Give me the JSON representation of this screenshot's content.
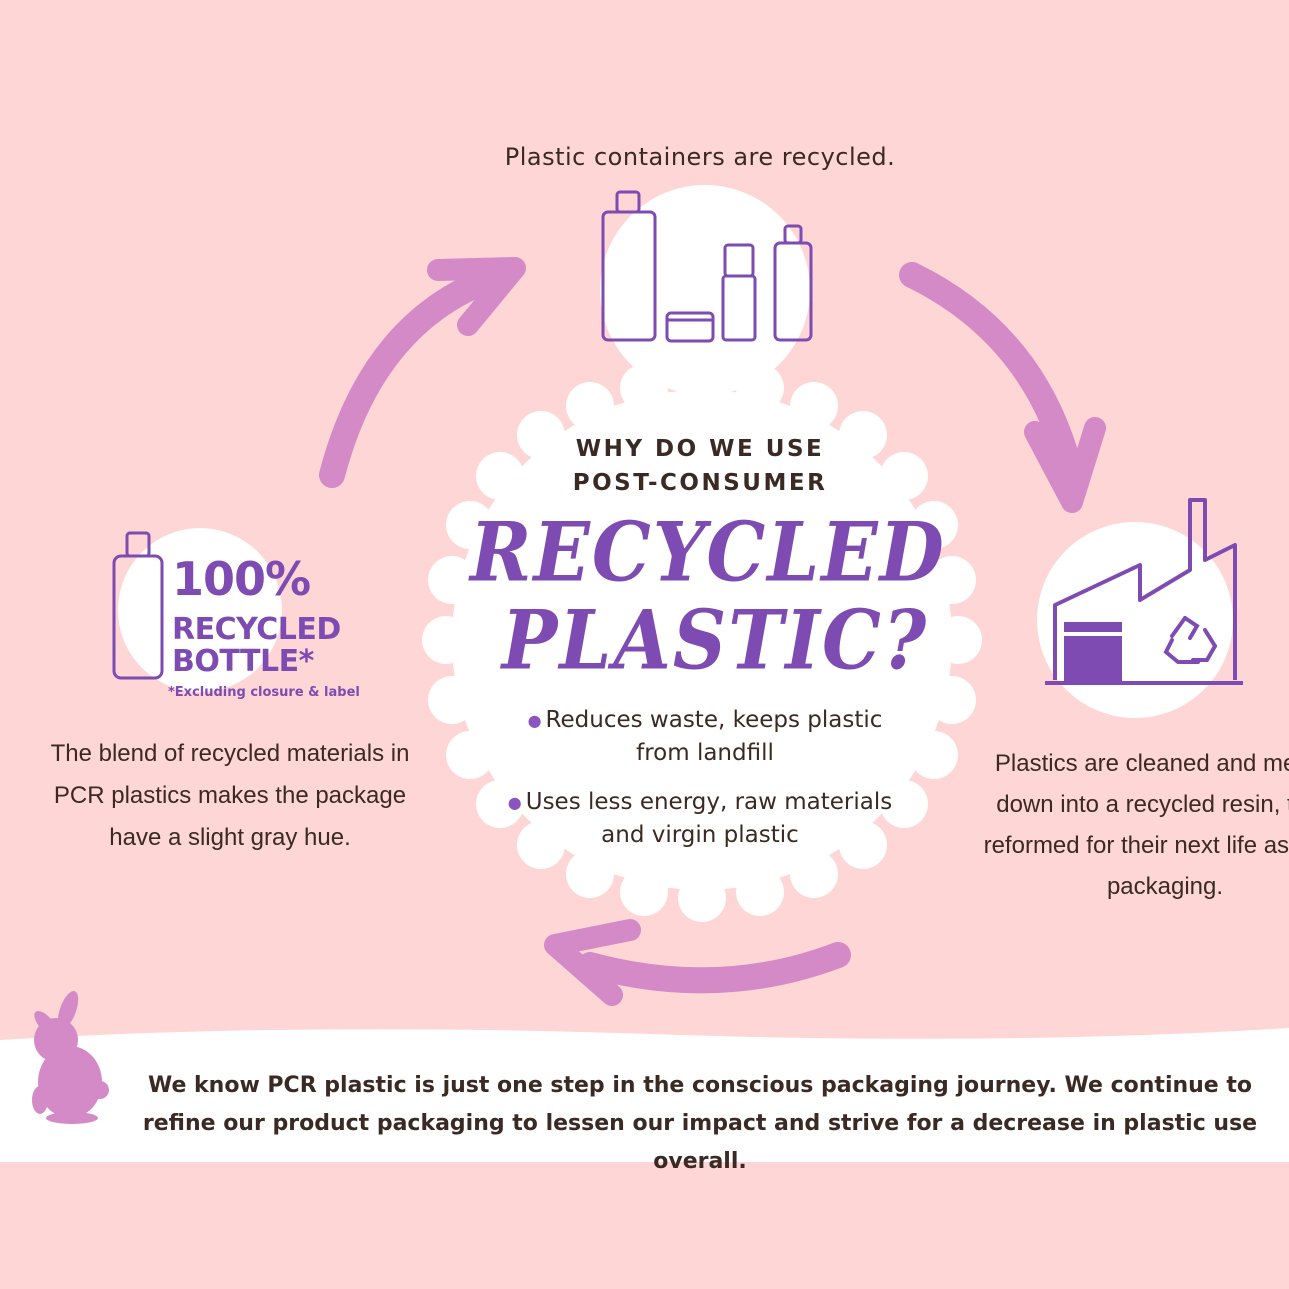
{
  "colors": {
    "background": "#fdd6d5",
    "white": "#ffffff",
    "purple": "#7d4bb1",
    "arrow": "#d48ac6",
    "bunny": "#d48ac6",
    "text": "#3b2a23"
  },
  "top_step": {
    "caption": "Plastic containers are recycled.",
    "icon": "bottles-icon"
  },
  "center": {
    "question_line1": "WHY DO WE USE",
    "question_line2": "POST-CONSUMER",
    "headline_line1": "RECYCLED",
    "headline_line2": "PLASTIC?",
    "bullets": [
      "Reduces waste, keeps plastic\nfrom landfill",
      "Uses less energy, raw materials\nand virgin plastic"
    ]
  },
  "left_step": {
    "badge_line1": "100%",
    "badge_line2": "RECYCLED",
    "badge_line3": "BOTTLE*",
    "badge_note": "*Excluding closure & label",
    "caption": "The blend of recycled materials in PCR plastics makes the package have a slight gray hue.",
    "icon": "bottle-icon"
  },
  "right_step": {
    "caption": "Plastics are cleaned and melted down into a recycled resin, then reformed for their next life as PCR packaging.",
    "icon": "factory-recycle-icon"
  },
  "footer": {
    "text": "We know PCR plastic is just one step in the conscious packaging journey. We continue to refine our product packaging to lessen our impact and strive for a decrease in plastic use overall.",
    "icon": "bunny-icon"
  }
}
